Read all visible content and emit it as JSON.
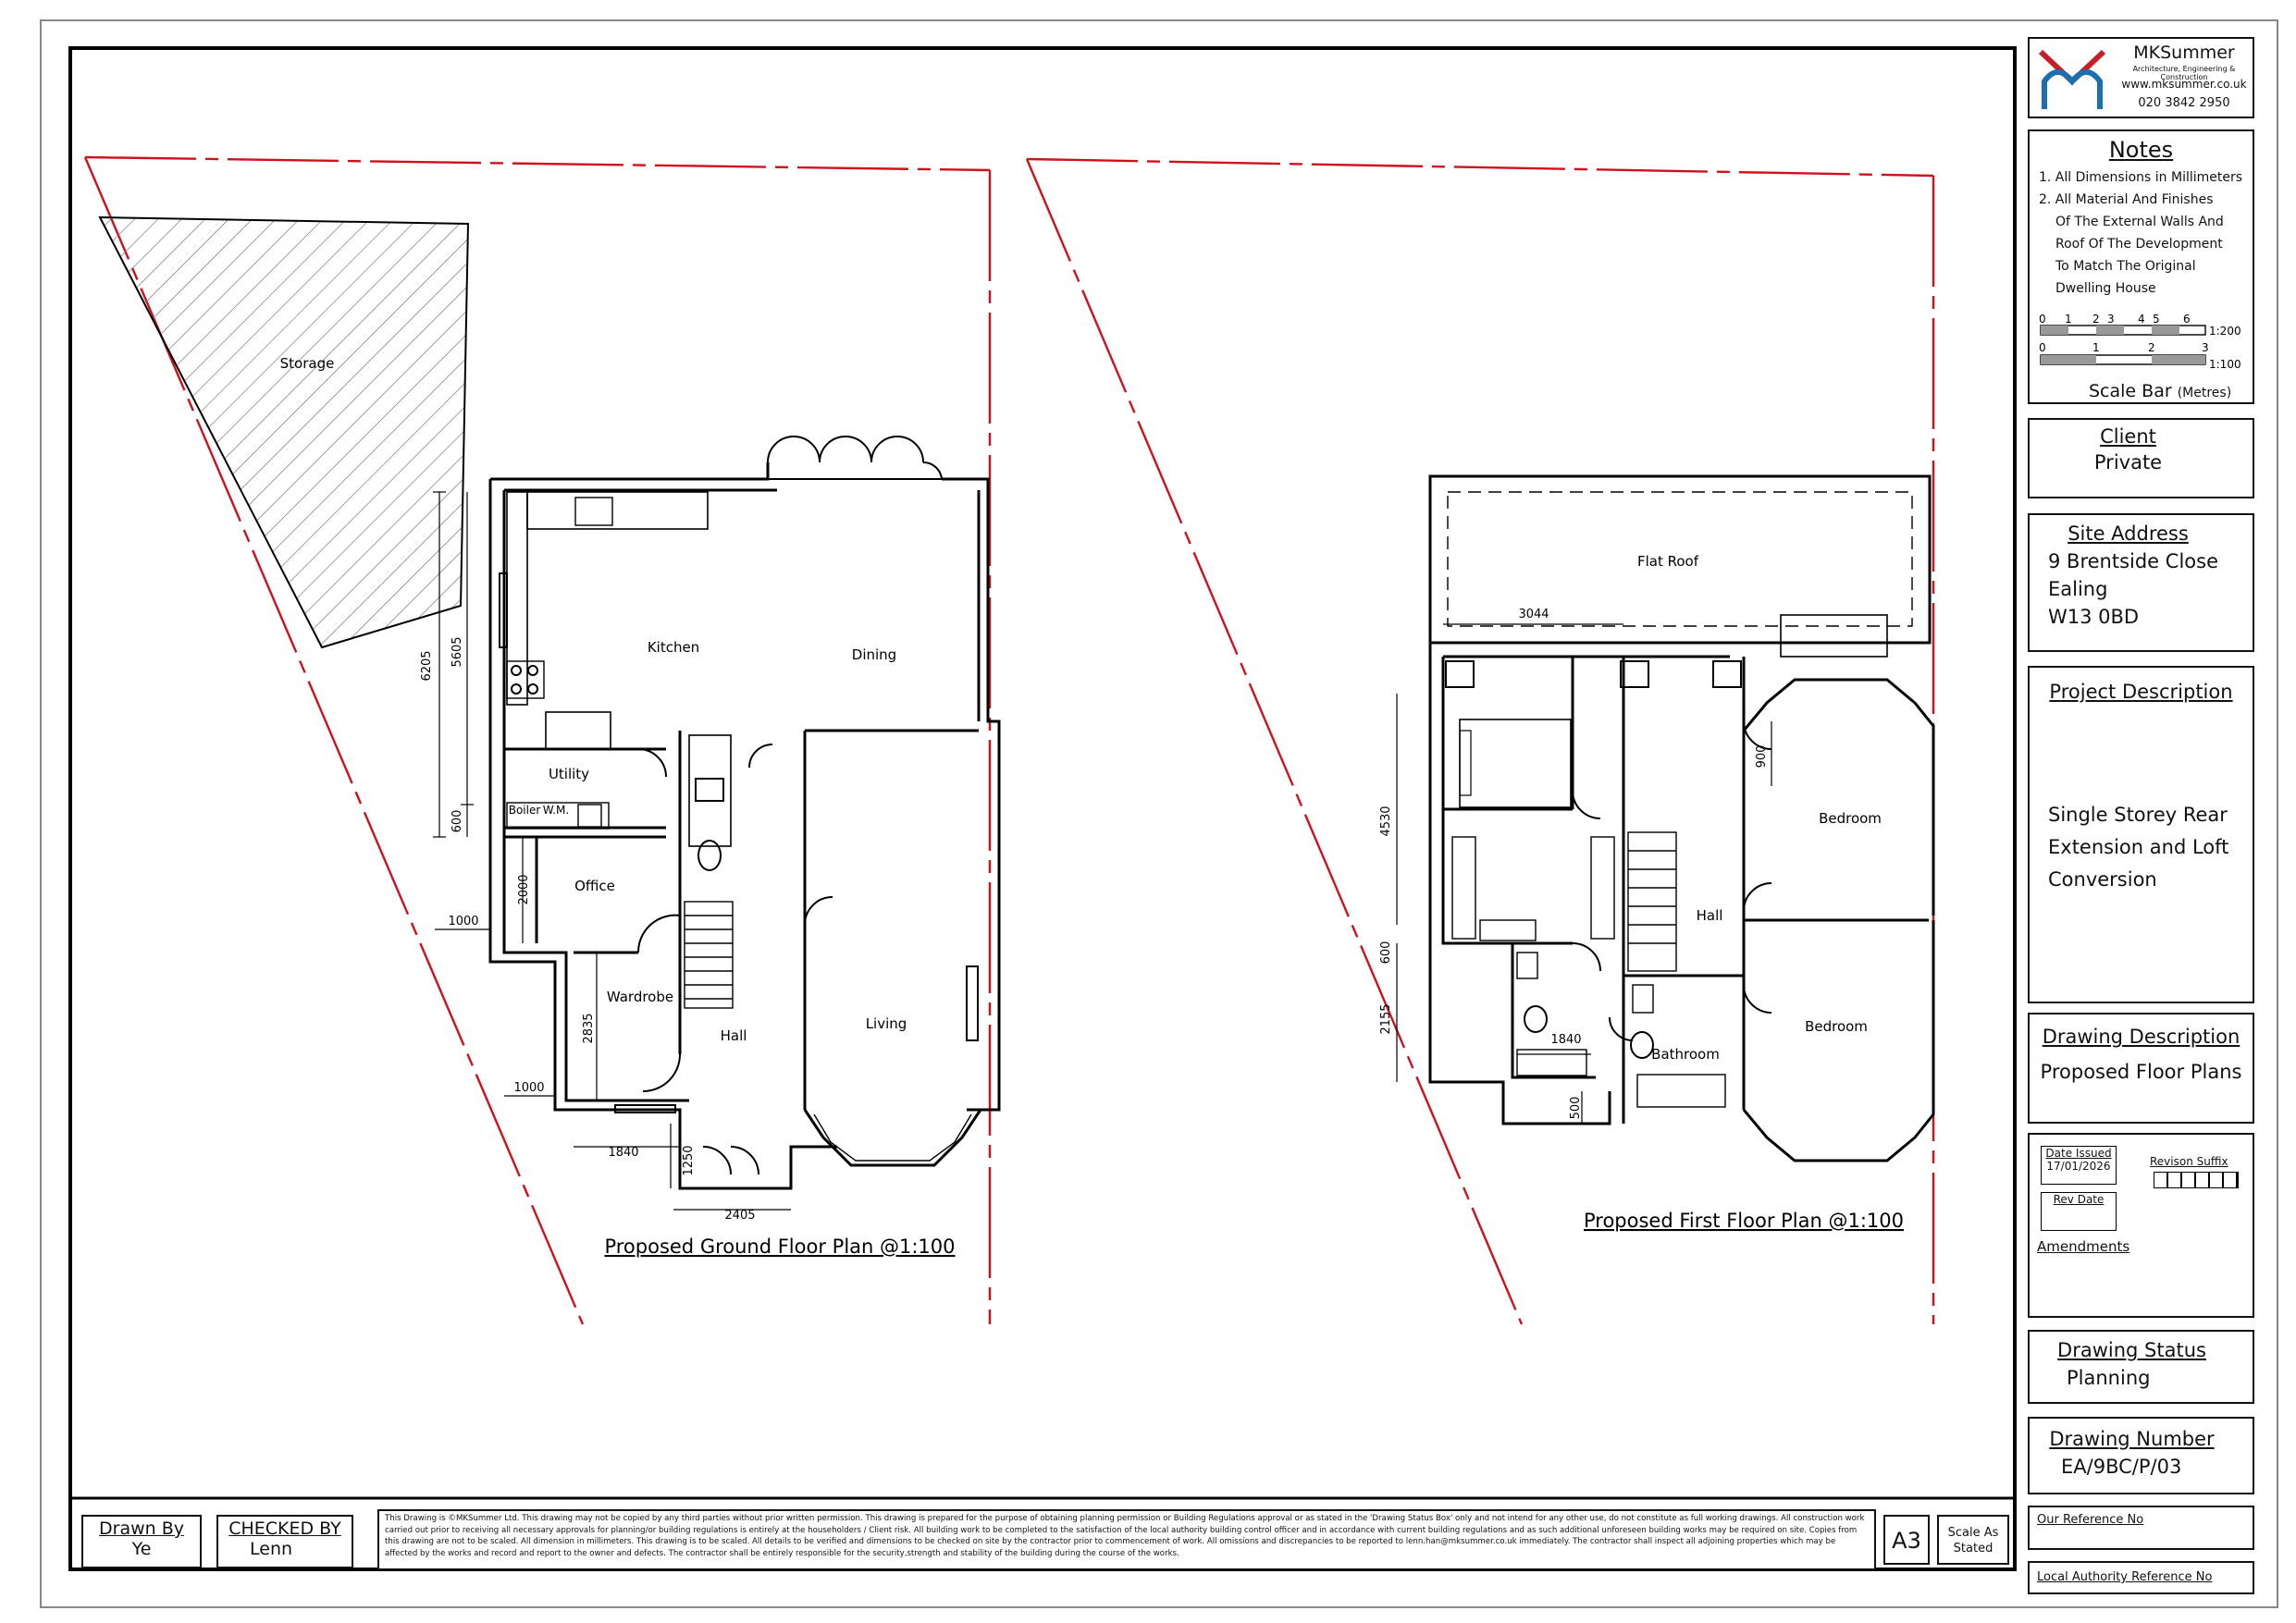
{
  "company": {
    "name": "MKSummer",
    "tagline": "Architecture, Engineering & Construction",
    "website": "www.mksummer.co.uk",
    "phone": "020 3842 2950"
  },
  "notes": {
    "title": "Notes",
    "lines": [
      "1. All Dimensions in Millimeters",
      "2. All Material And Finishes",
      "Of The External Walls And",
      "Roof Of The Development",
      "To Match The Original",
      "Dwelling House"
    ],
    "scale_200_ticks": [
      "0",
      "1",
      "2",
      "3",
      "4",
      "5",
      "6"
    ],
    "scale_200_label": "1:200",
    "scale_100_ticks": [
      "0",
      "1",
      "2",
      "3"
    ],
    "scale_100_label": "1:100",
    "scale_bar_label": "Scale Bar",
    "scale_bar_unit": "(Metres)"
  },
  "client": {
    "title": "Client",
    "value": "Private"
  },
  "site_address": {
    "title": "Site Address",
    "lines": [
      "9 Brentside Close",
      "Ealing",
      "W13 0BD"
    ]
  },
  "project_description": {
    "title": "Project Description",
    "lines": [
      "Single Storey Rear",
      "Extension and Loft",
      "Conversion"
    ]
  },
  "drawing_description": {
    "title": "Drawing Description",
    "value": "Proposed Floor Plans"
  },
  "revisions": {
    "date_issued_label": "Date Issued",
    "date_issued": "17/01/2026",
    "revision_suffix_label": "Revison Suffix",
    "rev_date_label": "Rev Date",
    "amendments_label": "Amendments"
  },
  "drawing_status": {
    "title": "Drawing Status",
    "value": "Planning"
  },
  "drawing_number": {
    "title": "Drawing Number",
    "value": "EA/9BC/P/03"
  },
  "our_reference": {
    "title": "Our Reference No"
  },
  "local_authority_reference": {
    "title": "Local Authority Reference No"
  },
  "footer": {
    "drawn_by_label": "Drawn By",
    "drawn_by": "Ye",
    "checked_by_label": "CHECKED BY",
    "checked_by": "Lenn",
    "disclaimer": "This Drawing is ©MKSummer Ltd. This drawing may not be copied by any third parties without prior written permission. This drawing is prepared for the purpose of obtaining planning permission or Building Regulations approval or as stated in the 'Drawing Status Box' only and not intend for any other use, do not constitute as full working drawings. All construction work carried out prior to receiving all necessary approvals for planning/or building regulations is entirely at the householders / Client risk. All building work to be completed to the satisfaction of the local authority building control officer and in accordance with current building regulations and as such additional unforeseen building works may be required on site. Copies from this drawing are not to be scaled. All dimension in millimeters. This drawing is to be scaled. All details to be verified and dimensions to be checked on site by the contractor prior to commencement of work. All omissions and discrepancies to be reported to lenn.han@mksummer.co.uk immediately. The contractor shall inspect all adjoining properties which may be affected by the works and record and report to the owner and defects. The contractor shall be entirely responsible for the security,strength and stability of the building during the course of the works.",
    "paper_size": "A3",
    "scale_line1": "Scale As",
    "scale_line2": "Stated"
  },
  "ground_floor": {
    "caption": "Proposed Ground Floor Plan @1:100",
    "rooms": {
      "storage": "Storage",
      "kitchen": "Kitchen",
      "dining": "Dining",
      "utility": "Utility",
      "boiler": "Boiler",
      "wm": "W.M.",
      "office": "Office",
      "wardrobe": "Wardrobe",
      "hall": "Hall",
      "living": "Living"
    },
    "dims": {
      "d6205": "6205",
      "d5605": "5605",
      "d600": "600",
      "d2000": "2000",
      "d1000a": "1000",
      "d2835": "2835",
      "d1000b": "1000",
      "d1840": "1840",
      "d1250": "1250",
      "d2405": "2405"
    }
  },
  "first_floor": {
    "caption": "Proposed First Floor Plan @1:100",
    "rooms": {
      "flat_roof": "Flat Roof",
      "bedroom_a": "Bedroom",
      "bedroom_b": "Bedroom",
      "hall": "Hall",
      "bathroom": "Bathroom"
    },
    "dims": {
      "d3044": "3044",
      "d900": "900",
      "d4530": "4530",
      "d600": "600",
      "d2155": "2155",
      "d1840": "1840",
      "d500": "500"
    }
  }
}
